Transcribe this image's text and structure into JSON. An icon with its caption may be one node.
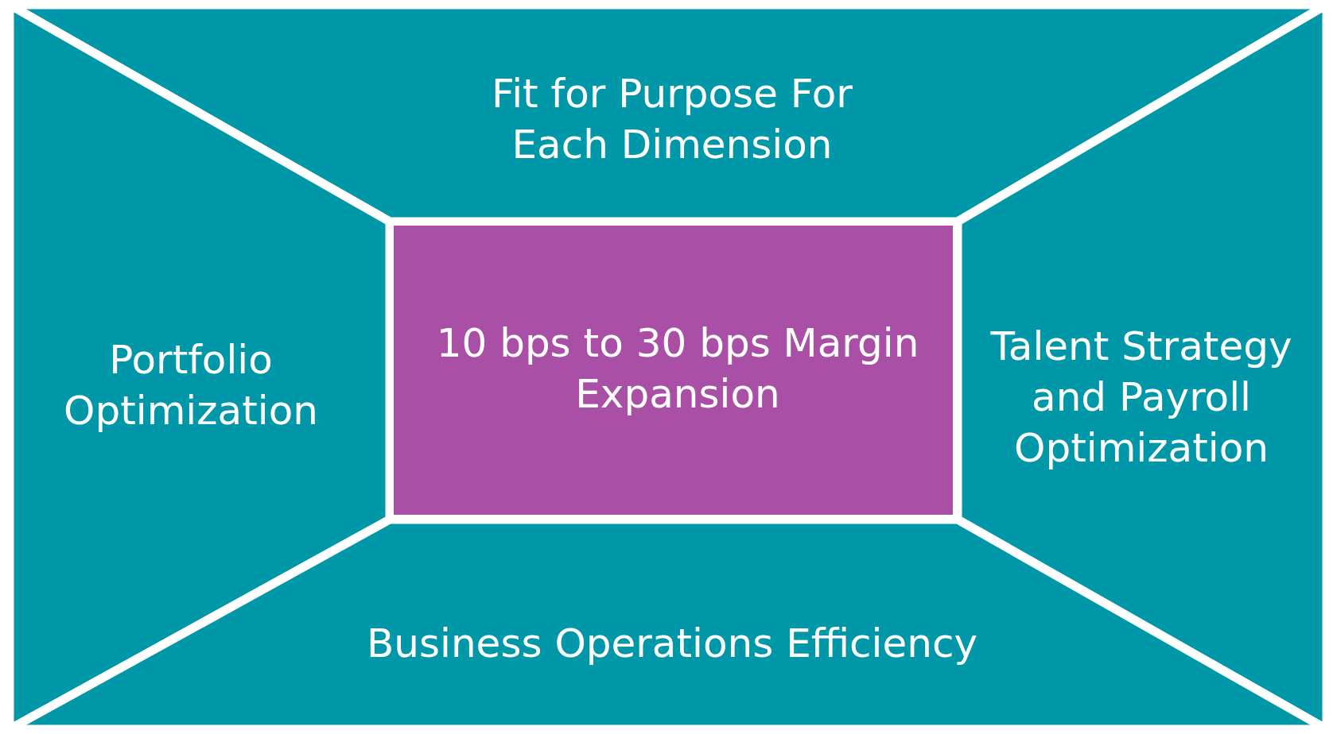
{
  "diagram": {
    "nodes": [
      {
        "text": [
          "Fit for Purpose For Each Dimension"
        ]
      },
      {
        "text": [
          "Portfolio Optimization"
        ]
      },
      {
        "text": [
          "10 bps to 30 bps Margin Expansion"
        ]
      },
      {
        "text": [
          "Talent Strategy and Payroll Optimization"
        ]
      },
      {
        "text": [
          "Business Operations Efficiency"
        ]
      }
    ]
  }
}
